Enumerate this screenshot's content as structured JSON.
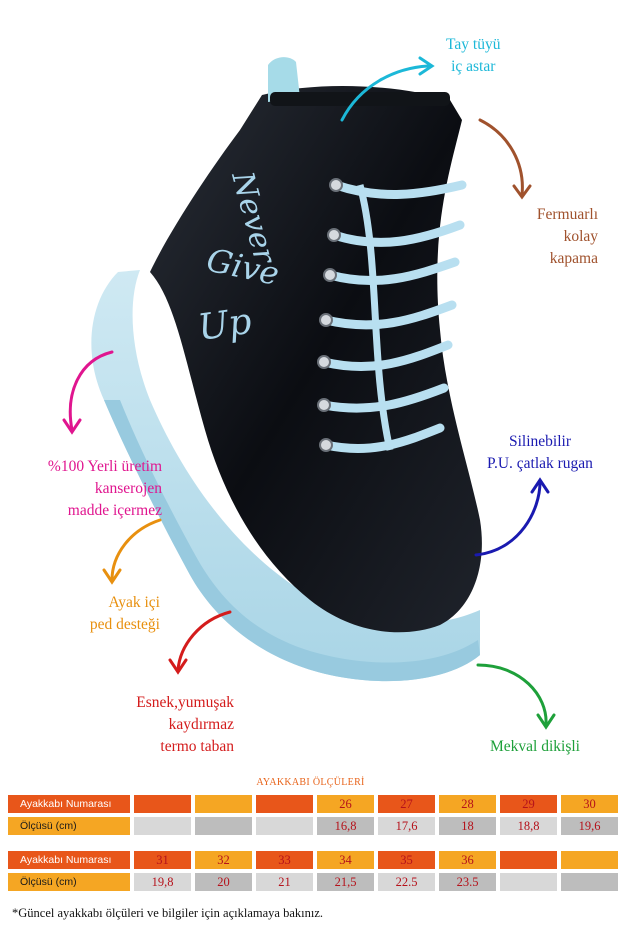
{
  "callouts": {
    "lining": {
      "lines": [
        "Tay tüyü",
        "iç astar"
      ],
      "color": "#1cb8d8"
    },
    "zipper": {
      "lines": [
        "Fermuarlı",
        "kolay",
        "kapama"
      ],
      "color": "#a0522d"
    },
    "origin": {
      "lines": [
        "%100 Yerli üretim",
        "kanserojen",
        "madde içermez"
      ],
      "color": "#e0158f"
    },
    "rugan": {
      "lines": [
        "Silinebilir",
        "P.U. çatlak rugan"
      ],
      "color": "#1a1ab0"
    },
    "insole": {
      "lines": [
        "Ayak içi",
        "ped desteği"
      ],
      "color": "#e8900f"
    },
    "sole": {
      "lines": [
        "Esnek,yumuşak",
        "kaydırmaz",
        "termo  taban"
      ],
      "color": "#d41c1c"
    },
    "stitch": {
      "lines": [
        "Mekval dikişli"
      ],
      "color": "#1ea03a"
    }
  },
  "boot_text": [
    "Never",
    "Give",
    "Up"
  ],
  "size_chart": {
    "title": "AYAKKABI ÖLÇÜLERİ",
    "row_label_number": "Ayakkabı Numarası",
    "row_label_length": "Ölçüsü (cm)",
    "table1": {
      "numbers": [
        "",
        "",
        "",
        "26",
        "27",
        "28",
        "29",
        "30"
      ],
      "lengths": [
        "",
        "",
        "",
        "16,8",
        "17,6",
        "18",
        "18,8",
        "19,6"
      ]
    },
    "table2": {
      "numbers": [
        "31",
        "32",
        "33",
        "34",
        "35",
        "36",
        "",
        ""
      ],
      "lengths": [
        "19,8",
        "20",
        "21",
        "21,5",
        "22.5",
        "23.5",
        "",
        ""
      ]
    },
    "colors": {
      "orange_dark": "#e8561a",
      "orange_light": "#f5a623",
      "grey_light": "#d8d8d8",
      "grey_dark": "#bdbdbd"
    }
  },
  "footnote": "*Güncel ayakkabı ölçüleri ve bilgiler için açıklamaya bakınız."
}
